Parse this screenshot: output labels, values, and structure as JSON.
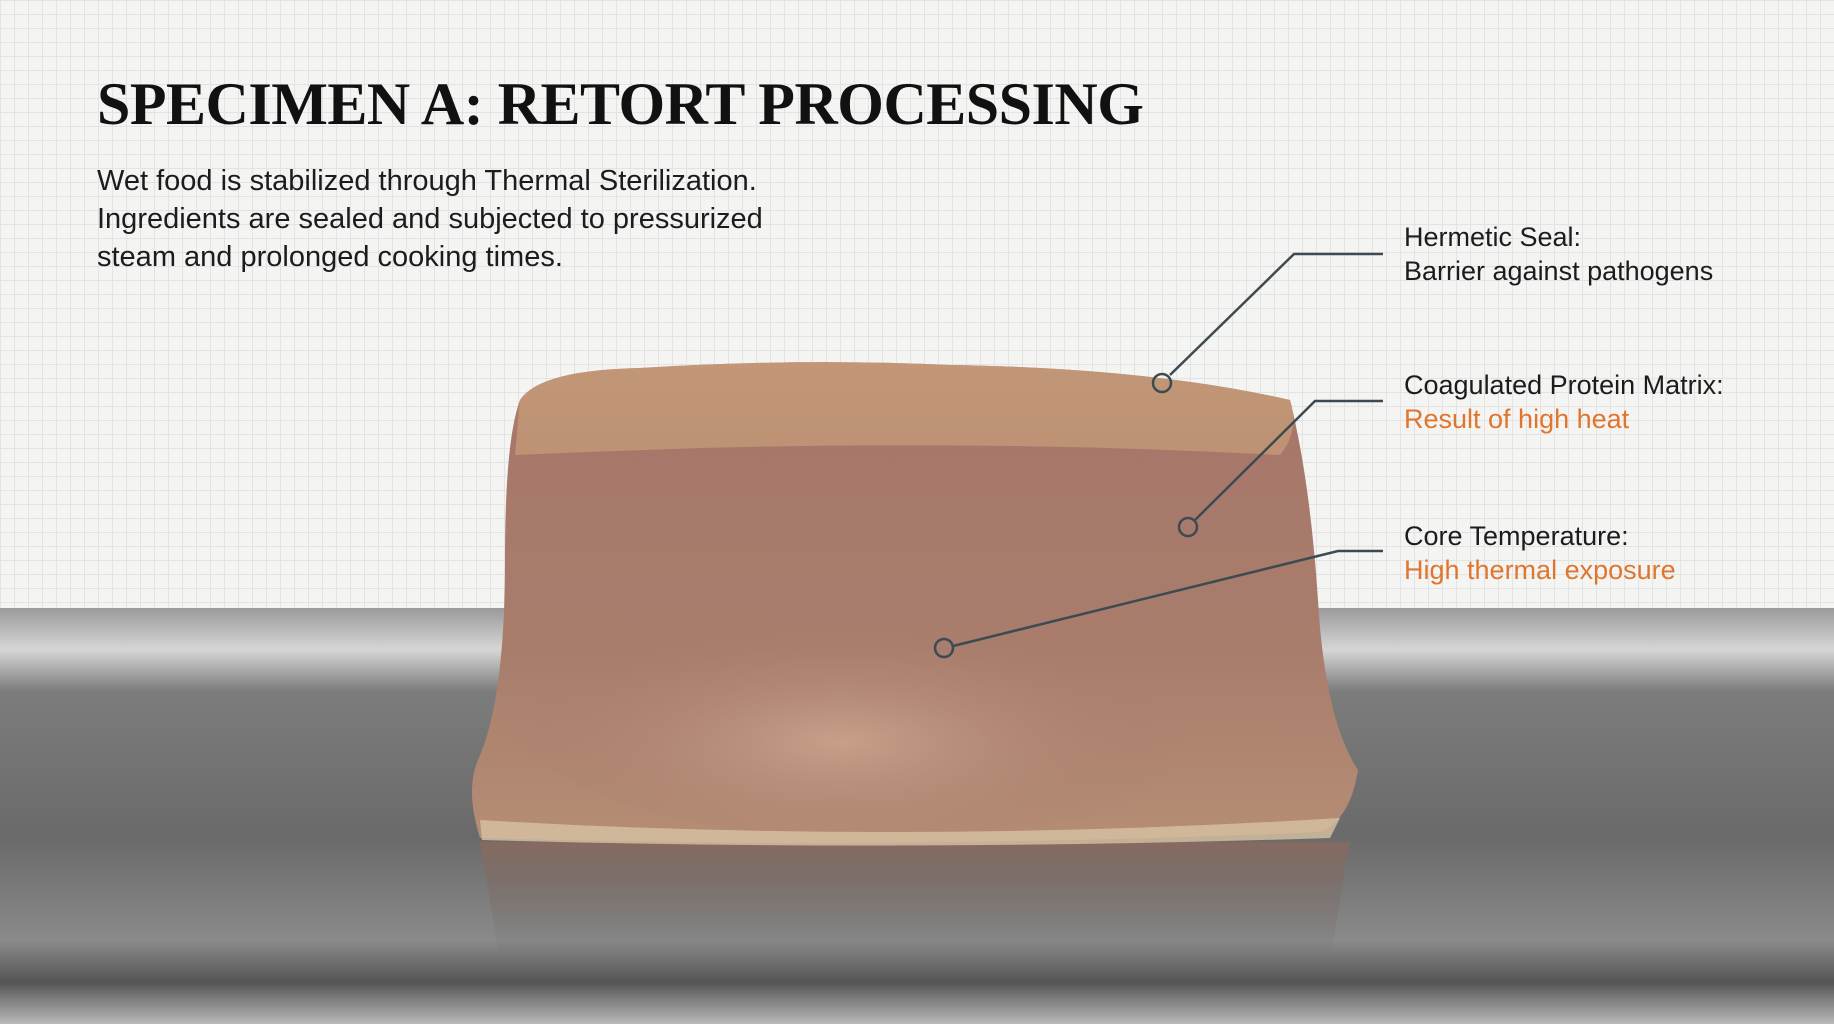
{
  "title": "SPECIMEN A: RETORT PROCESSING",
  "description": [
    "Wet food is stabilized through Thermal Sterilization.",
    "Ingredients are sealed and subjected to pressurized",
    "steam and prolonged cooking times."
  ],
  "callouts": [
    {
      "heading": "Hermetic Seal:",
      "detail": "Barrier against pathogens"
    },
    {
      "heading": "Coagulated Protein Matrix:",
      "detail": "Result of high heat"
    },
    {
      "heading": "Core Temperature:",
      "detail": "High thermal exposure"
    }
  ],
  "colors": {
    "accent": "#e0762e",
    "leader_line": "#3c4a52"
  }
}
